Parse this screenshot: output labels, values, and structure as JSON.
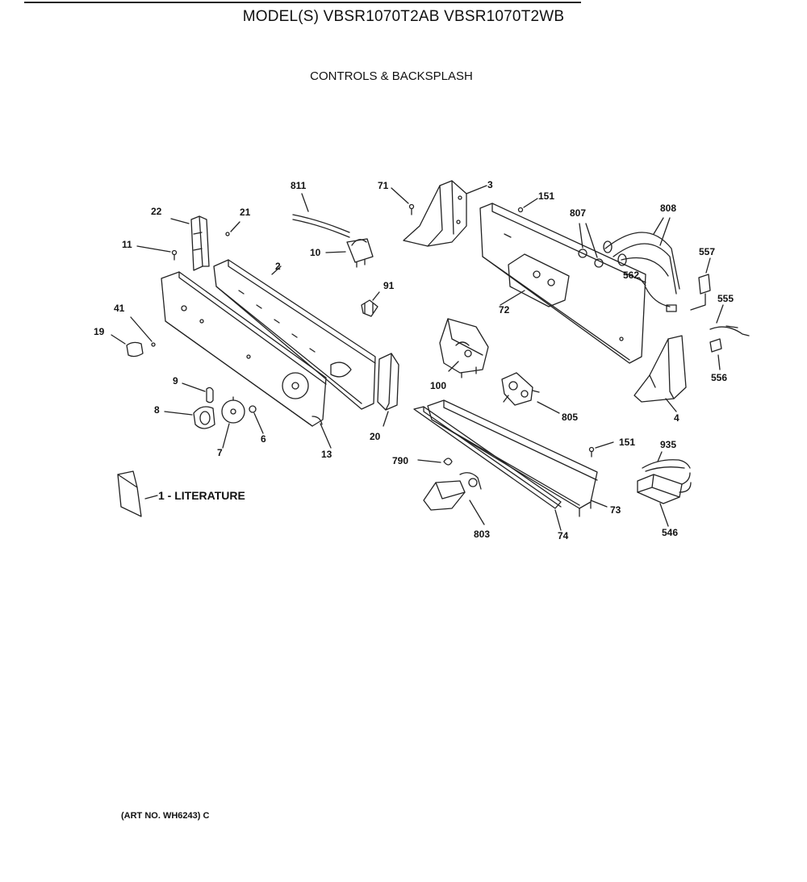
{
  "header": {
    "title": "MODEL(S) VBSR1070T2AB  VBSR1070T2WB",
    "subtitle": "CONTROLS & BACKSPLASH"
  },
  "footer": {
    "art_number": "(ART NO. WH6243) C"
  },
  "literature_label": "1 - LITERATURE",
  "callouts": [
    "811",
    "71",
    "3",
    "151",
    "807",
    "808",
    "22",
    "21",
    "11",
    "10",
    "2",
    "557",
    "562",
    "91",
    "72",
    "555",
    "41",
    "19",
    "100",
    "556",
    "9",
    "8",
    "6",
    "7",
    "13",
    "20",
    "805",
    "4",
    "151",
    "935",
    "790",
    "73",
    "546",
    "803",
    "74"
  ]
}
